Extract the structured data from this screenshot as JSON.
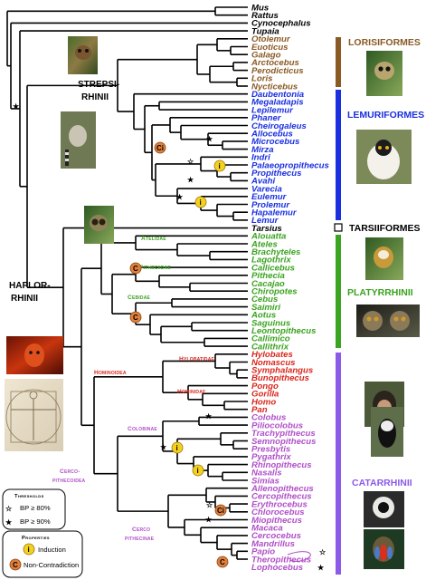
{
  "colors": {
    "outgroup": "#000000",
    "lorisiformes": "#8a5a24",
    "lemuriformes": "#1a2fe0",
    "tarsiiformes": "#000000",
    "platyrrhinii": "#3aa31f",
    "hominoidea": "#d9261c",
    "cercopithecoidea": "#b04fc8",
    "induction_marker": "#f3d21e",
    "noncontradiction_marker": "#e0803a"
  },
  "taxa": [
    {
      "name": "Mus",
      "g": "outgroup"
    },
    {
      "name": "Rattus",
      "g": "outgroup"
    },
    {
      "name": "Cynocephalus",
      "g": "outgroup"
    },
    {
      "name": "Tupaia",
      "g": "outgroup"
    },
    {
      "name": "Otolemur",
      "g": "lorisiformes"
    },
    {
      "name": "Euoticus",
      "g": "lorisiformes"
    },
    {
      "name": "Galago",
      "g": "lorisiformes"
    },
    {
      "name": "Arctocebus",
      "g": "lorisiformes"
    },
    {
      "name": "Perodicticus",
      "g": "lorisiformes"
    },
    {
      "name": "Loris",
      "g": "lorisiformes"
    },
    {
      "name": "Nycticebus",
      "g": "lorisiformes"
    },
    {
      "name": "Daubentonia",
      "g": "lemuriformes"
    },
    {
      "name": "Megaladapis",
      "g": "lemuriformes"
    },
    {
      "name": "Lepilemur",
      "g": "lemuriformes"
    },
    {
      "name": "Phaner",
      "g": "lemuriformes"
    },
    {
      "name": "Cheirogaleus",
      "g": "lemuriformes"
    },
    {
      "name": "Allocebus",
      "g": "lemuriformes"
    },
    {
      "name": "Microcebus",
      "g": "lemuriformes"
    },
    {
      "name": "Mirza",
      "g": "lemuriformes"
    },
    {
      "name": "Indri",
      "g": "lemuriformes"
    },
    {
      "name": "Palaeopropithecus",
      "g": "lemuriformes"
    },
    {
      "name": "Propithecus",
      "g": "lemuriformes"
    },
    {
      "name": "Avahi",
      "g": "lemuriformes"
    },
    {
      "name": "Varecia",
      "g": "lemuriformes"
    },
    {
      "name": "Eulemur",
      "g": "lemuriformes"
    },
    {
      "name": "Prolemur",
      "g": "lemuriformes"
    },
    {
      "name": "Hapalemur",
      "g": "lemuriformes"
    },
    {
      "name": "Lemur",
      "g": "lemuriformes"
    },
    {
      "name": "Tarsius",
      "g": "tarsiiformes"
    },
    {
      "name": "Alouatta",
      "g": "platyrrhinii"
    },
    {
      "name": "Ateles",
      "g": "platyrrhinii"
    },
    {
      "name": "Brachyteles",
      "g": "platyrrhinii"
    },
    {
      "name": "Lagothrix",
      "g": "platyrrhinii"
    },
    {
      "name": "Callicebus",
      "g": "platyrrhinii"
    },
    {
      "name": "Pithecia",
      "g": "platyrrhinii"
    },
    {
      "name": "Cacajao",
      "g": "platyrrhinii"
    },
    {
      "name": "Chiropotes",
      "g": "platyrrhinii"
    },
    {
      "name": "Cebus",
      "g": "platyrrhinii"
    },
    {
      "name": "Saimiri",
      "g": "platyrrhinii"
    },
    {
      "name": "Aotus",
      "g": "platyrrhinii"
    },
    {
      "name": "Saguinus",
      "g": "platyrrhinii"
    },
    {
      "name": "Leontopithecus",
      "g": "platyrrhinii"
    },
    {
      "name": "Callimico",
      "g": "platyrrhinii"
    },
    {
      "name": "Callithrix",
      "g": "platyrrhinii"
    },
    {
      "name": "Hylobates",
      "g": "hominoidea"
    },
    {
      "name": "Nomascus",
      "g": "hominoidea"
    },
    {
      "name": "Symphalangus",
      "g": "hominoidea"
    },
    {
      "name": "Bunopithecus",
      "g": "hominoidea"
    },
    {
      "name": "Pongo",
      "g": "hominoidea"
    },
    {
      "name": "Gorilla",
      "g": "hominoidea"
    },
    {
      "name": "Homo",
      "g": "hominoidea"
    },
    {
      "name": "Pan",
      "g": "hominoidea"
    },
    {
      "name": "Colobus",
      "g": "cercopithecoidea"
    },
    {
      "name": "Piliocolobus",
      "g": "cercopithecoidea"
    },
    {
      "name": "Trachypithecus",
      "g": "cercopithecoidea"
    },
    {
      "name": "Semnopithecus",
      "g": "cercopithecoidea"
    },
    {
      "name": "Presbytis",
      "g": "cercopithecoidea"
    },
    {
      "name": "Pygathrix",
      "g": "cercopithecoidea"
    },
    {
      "name": "Rhinopithecus",
      "g": "cercopithecoidea"
    },
    {
      "name": "Nasalis",
      "g": "cercopithecoidea"
    },
    {
      "name": "Simias",
      "g": "cercopithecoidea"
    },
    {
      "name": "Allenopithecus",
      "g": "cercopithecoidea"
    },
    {
      "name": "Cercopithecus",
      "g": "cercopithecoidea"
    },
    {
      "name": "Erythrocebus",
      "g": "cercopithecoidea"
    },
    {
      "name": "Chlorocebus",
      "g": "cercopithecoidea"
    },
    {
      "name": "Miopithecus",
      "g": "cercopithecoidea"
    },
    {
      "name": "Macaca",
      "g": "cercopithecoidea"
    },
    {
      "name": "Cercocebus",
      "g": "cercopithecoidea"
    },
    {
      "name": "Mandrillus",
      "g": "cercopithecoidea"
    },
    {
      "name": "Papio",
      "g": "cercopithecoidea"
    },
    {
      "name": "Theropithecus",
      "g": "cercopithecoidea"
    },
    {
      "name": "Lophocebus",
      "g": "cercopithecoidea"
    }
  ],
  "groups": {
    "lorisiformes": "LORISIFORMES",
    "lemuriformes": "LEMURIFORMES",
    "tarsiiformes": "TARSIIFORMES",
    "platyrrhinii": "PLATYRRHINII",
    "catarrhinii": "CATARRHINII"
  },
  "suborders": {
    "strepsirhinii_1": "STREPSI-",
    "strepsirhinii_2": "RHINII",
    "haplorhinii_1": "HAPLOR-",
    "haplorhinii_2": "RHINII"
  },
  "families": {
    "atelidae": "Atelidae",
    "pitheciidae": "Pitheciidae",
    "cebidae": "Cebidae",
    "hylobatidae": "Hylobatidae",
    "hominoidea": "Hominoidea",
    "hominidae": "Hominidae",
    "colobinae": "Colobinae",
    "cercopithecoidea_1": "Cerco-",
    "cercopithecoidea_2": "pithecoidea",
    "cercopithecinae_1": "Cerco",
    "cercopithecinae_2": "pithecinae"
  },
  "marker_letters": {
    "induction": "i",
    "noncontradiction": "C",
    "both": "Ci"
  },
  "legend": {
    "thresholds_title": "Thresholds",
    "bp80": "BP ≥ 80%",
    "bp90": "BP ≥ 90%",
    "properties_title": "Properties",
    "induction": "Induction",
    "noncontradiction": "Non-Contradiction"
  }
}
